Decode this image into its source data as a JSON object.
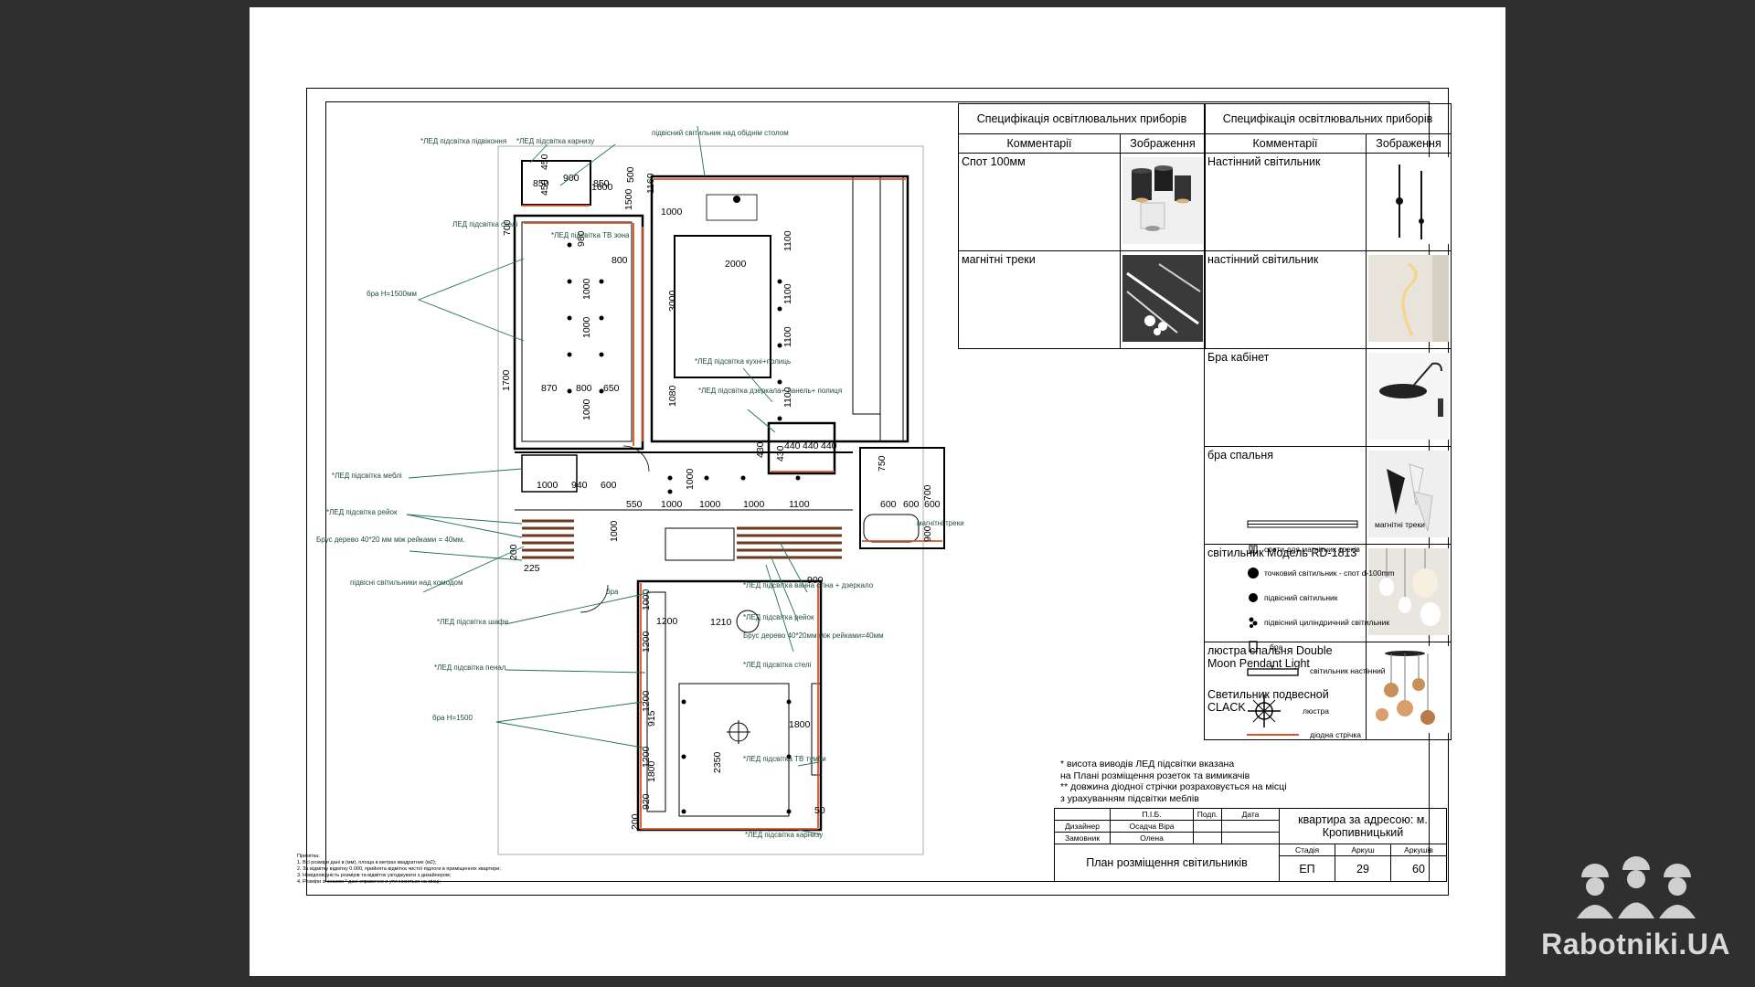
{
  "spec_table_1": {
    "title": "Специфікація освітлювальних приборів",
    "col_comments": "Комментарії",
    "col_images": "Зображення",
    "rows": [
      {
        "comment": "Спот 100мм",
        "icon": "spot-lamp-icon"
      },
      {
        "comment": "магнітні треки",
        "icon": "magnetic-track-icon"
      }
    ]
  },
  "spec_table_2": {
    "title": "Специфікація освітлювальних приборів",
    "col_comments": "Комментарії",
    "col_images": "Зображення",
    "rows": [
      {
        "comment": "Настінний світильник",
        "icon": "wall-lamp-icon"
      },
      {
        "comment": "настінний світильник",
        "icon": "wall-led-lamp-icon"
      },
      {
        "comment": "Бра кабінет",
        "icon": "study-sconce-icon"
      },
      {
        "comment": "бра спальня",
        "icon": "bedroom-sconce-icon"
      },
      {
        "comment": "світильник Модель RD-1813",
        "icon": "pendant-rd1813-icon"
      },
      {
        "comment": "люстра спальня Double Moon Pendant Light",
        "comment2": "Светильник подвесной CLACK",
        "icon": "chandelier-icon"
      }
    ]
  },
  "legend": [
    {
      "label": "магнітні треки",
      "icon": "magnetic-track-symbol"
    },
    {
      "label": "споти для магнітних треків",
      "icon": "track-spot-symbol"
    },
    {
      "label": "точковий світильник - спот d-100mm",
      "icon": "spot-symbol"
    },
    {
      "label": "підвісний світильник",
      "icon": "pendant-symbol"
    },
    {
      "label": "підвісний циліндричний світильник",
      "icon": "cylinder-pendant-symbol"
    },
    {
      "label": "бра",
      "icon": "sconce-symbol"
    },
    {
      "label": "світильник настінний",
      "icon": "wall-lamp-symbol"
    },
    {
      "label": "люстра",
      "icon": "chandelier-symbol"
    },
    {
      "label": "діодна стрічка",
      "icon": "led-strip-symbol"
    }
  ],
  "notes": [
    "* висота виводів ЛЕД підсвітки вказана",
    "на Плані розміщення розеток та вимикачів",
    "** довжина діодної стрічки розраховується на місці",
    "з урахуванням підсвітки меблів"
  ],
  "plan_notes": {
    "title": "Примітка:",
    "lines": [
      "1. Всі розміри дані в (мм), площа в метрах квадратних (м2);",
      "2. За відмітку відмітку 0.000, прийнята відмітка чистої підлоги в приміщеннях квартири;",
      "3. Невідповідність розмірів та відміток узгоджувати з дизайнером;",
      "4. Розміри зі знаком * дані справочно и уточнюються на місці;"
    ]
  },
  "stamp": {
    "col_pib": "П.І.Б.",
    "col_sign": "Подп.",
    "col_date": "Дата",
    "row_designer": "Дизайнер",
    "designer_name": "Осадча Віра",
    "row_client": "Замовник",
    "client_name": "Олена",
    "address": "квартира за адресою: м. Кропивницький",
    "sheet_title": "План розміщення світильників",
    "col_stage": "Стадія",
    "col_sheet": "Аркуш",
    "col_sheets": "Аркушів",
    "stage": "ЕП",
    "sheet": "29",
    "sheets": "60"
  },
  "plan": {
    "labels": [
      "*ЛЕД підсвітка підвіконня",
      "*ЛЕД підсвітка карнизу",
      "підвісний світильник над обіднім столом",
      "ЛЕД підсвітка стелі",
      "*ЛЕД підсвітка ТВ зона",
      "бра H=1500мм",
      "*ЛЕД підсвітка кухні+полиць",
      "*ЛЕД підсвітка дзеркала+ панель+ полиця",
      "*ЛЕД підсвітка меблі",
      "*ЛЕД підсвітка рейок",
      "Брус дерево 40*20 мм між рейками = 40мм.",
      "підвісні світильники над комодом",
      "*ЛЕД підсвітка ванна стіна + дзеркало",
      "*ЛЕД підсвітка рейок",
      "Брус дерево 40*20мм між рейками=40мм",
      "*ЛЕД підсвітка стелі",
      "*ЛЕД підсвітка шафи",
      "*ЛЕД підсвітка пенал",
      "бра H=1500",
      "*ЛЕД підсвітка ТВ тумби",
      "*ЛЕД підсвітка карнизу",
      "бра",
      "магнітні треки"
    ],
    "dims": [
      "850",
      "900",
      "850",
      "450",
      "450",
      "1600",
      "500",
      "1500",
      "1160",
      "1000",
      "700",
      "980",
      "800",
      "2000",
      "1100",
      "1000",
      "3000",
      "1100",
      "1000",
      "1100",
      "1700",
      "870",
      "800",
      "650",
      "1000",
      "1080",
      "1100",
      "430",
      "440",
      "440",
      "440",
      "430",
      "750",
      "1000",
      "940",
      "600",
      "550",
      "1000",
      "1000",
      "1000",
      "1100",
      "600",
      "600",
      "600",
      "700",
      "1000",
      "900",
      "1000",
      "200",
      "225",
      "900",
      "1200",
      "1000",
      "1210",
      "1200",
      "1200",
      "1800",
      "1200",
      "2350",
      "920",
      "50",
      "200",
      "915",
      "1800"
    ]
  },
  "watermark": "Rabotniki.UA",
  "colors": {
    "led": "#d9542b",
    "leader": "#1f6f5a",
    "wall": "#000000"
  }
}
